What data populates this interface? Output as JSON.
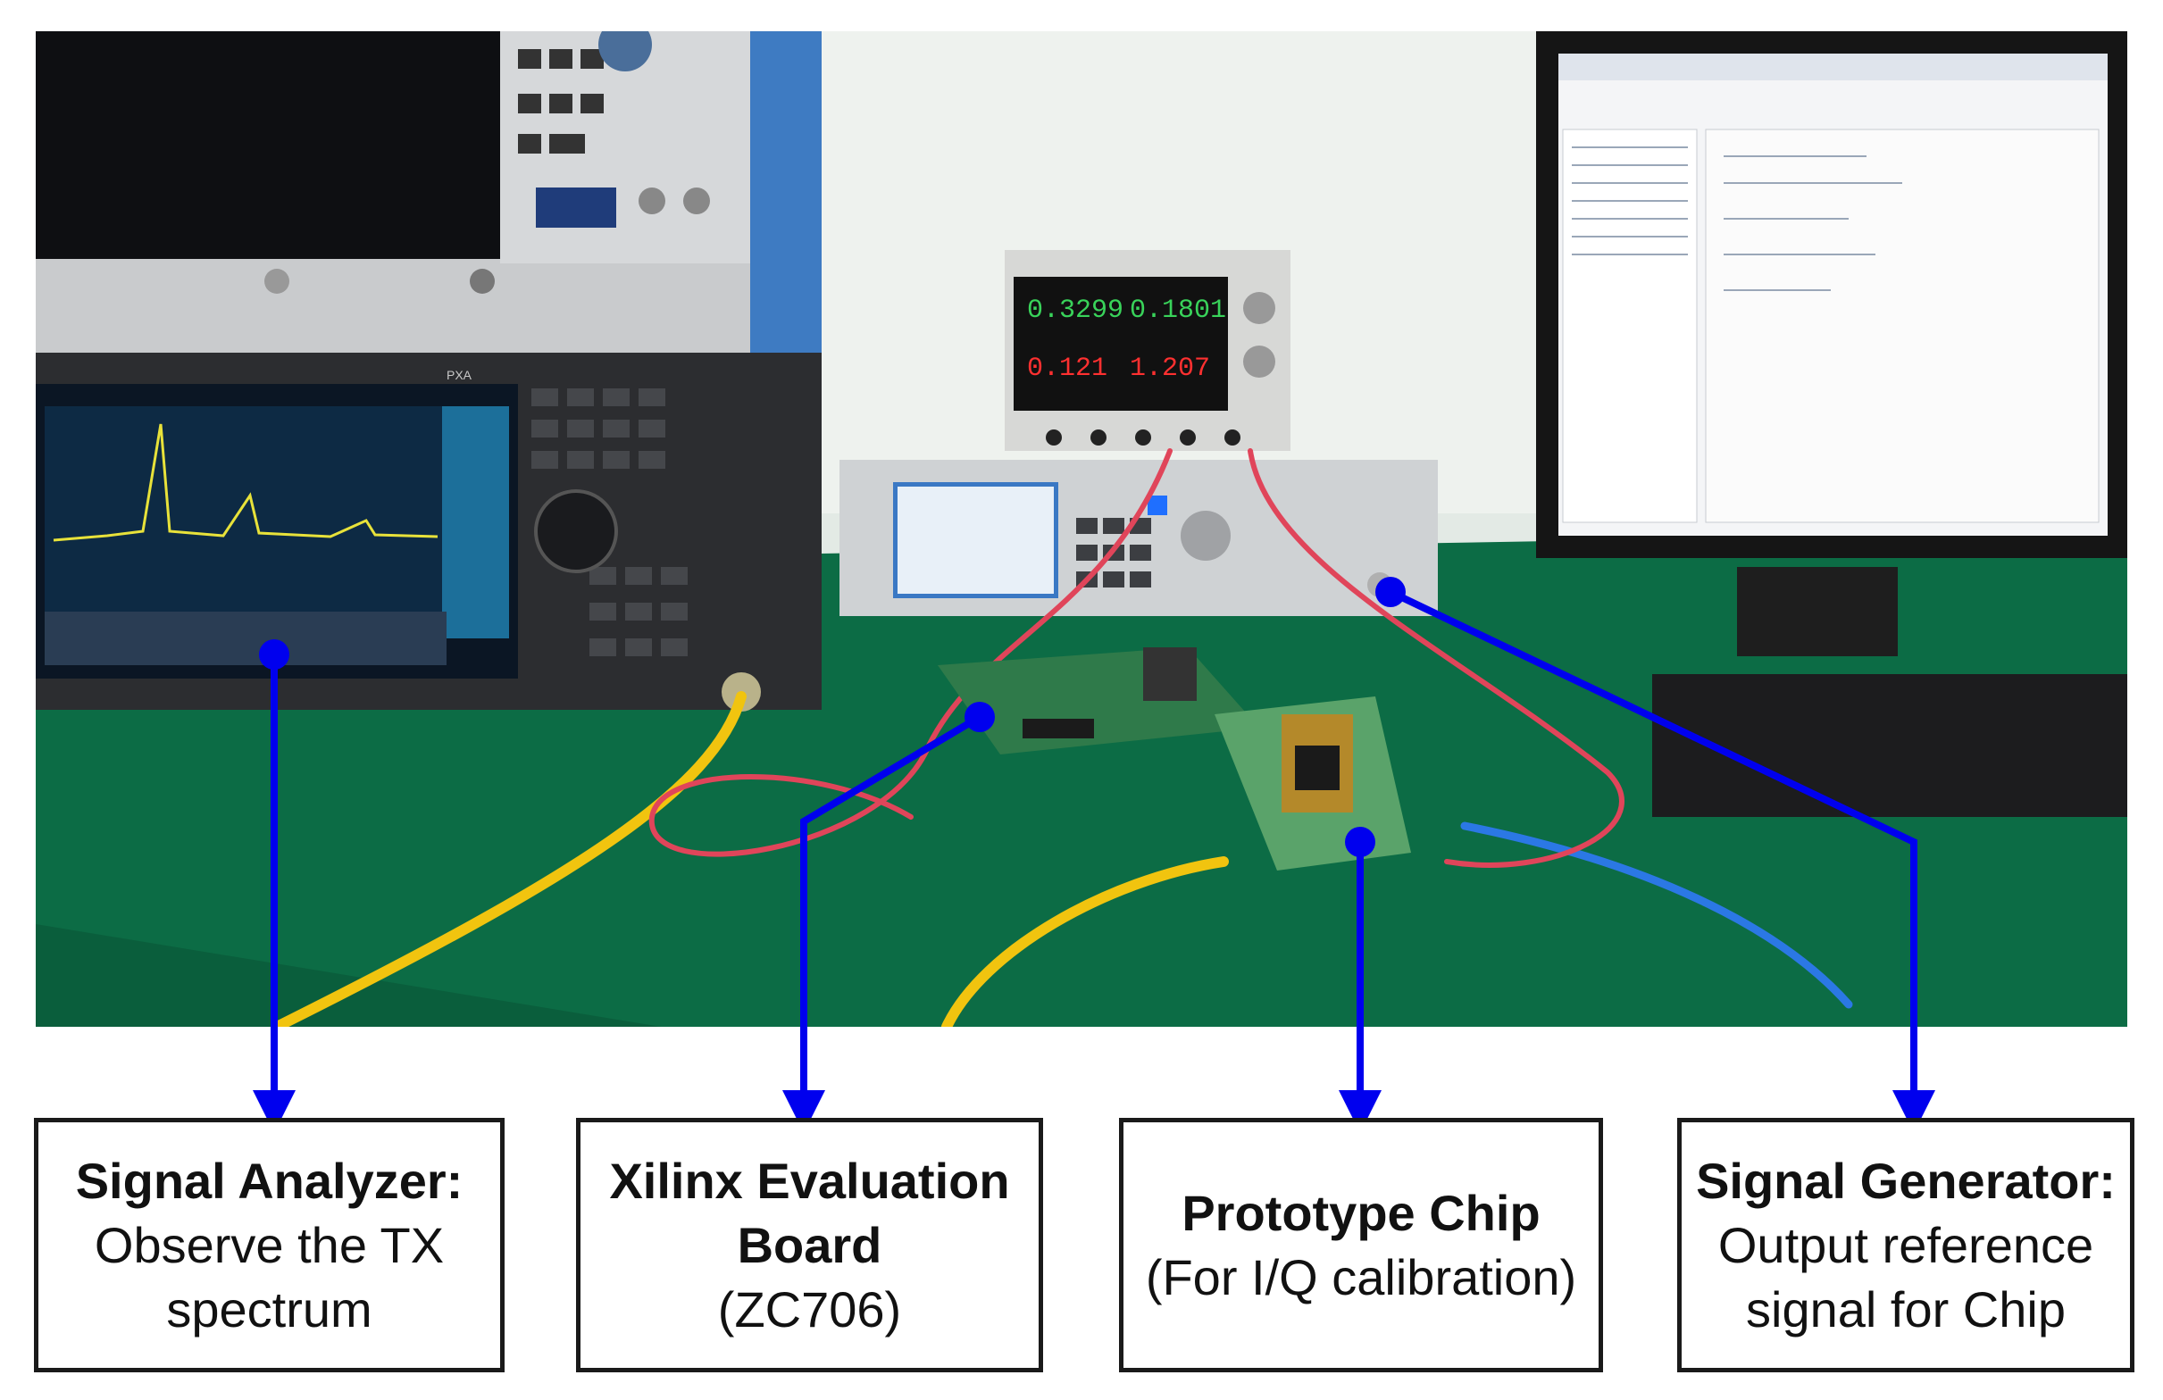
{
  "labels": [
    {
      "title": "Signal Analyzer:",
      "desc": [
        "Observe the TX",
        "spectrum"
      ]
    },
    {
      "title": "Xilinx Evaluation",
      "title2": "Board",
      "desc": [
        "(ZC706)"
      ]
    },
    {
      "title": "Prototype Chip",
      "desc": [
        "(For I/Q calibration)"
      ]
    },
    {
      "title": "Signal Generator:",
      "desc": [
        "Output reference",
        "signal for Chip"
      ]
    }
  ],
  "photo_text": {
    "analyzer_brand": "PXA",
    "psu_readout_1": "0.3299",
    "psu_readout_2": "0.1801",
    "psu_readout_3": "0.121",
    "psu_readout_4": "1.207"
  },
  "colors": {
    "arrow": "#0000ee",
    "box_border": "#1a1a1a",
    "table": "#0b6a43",
    "wall": "#e4ebe6"
  }
}
